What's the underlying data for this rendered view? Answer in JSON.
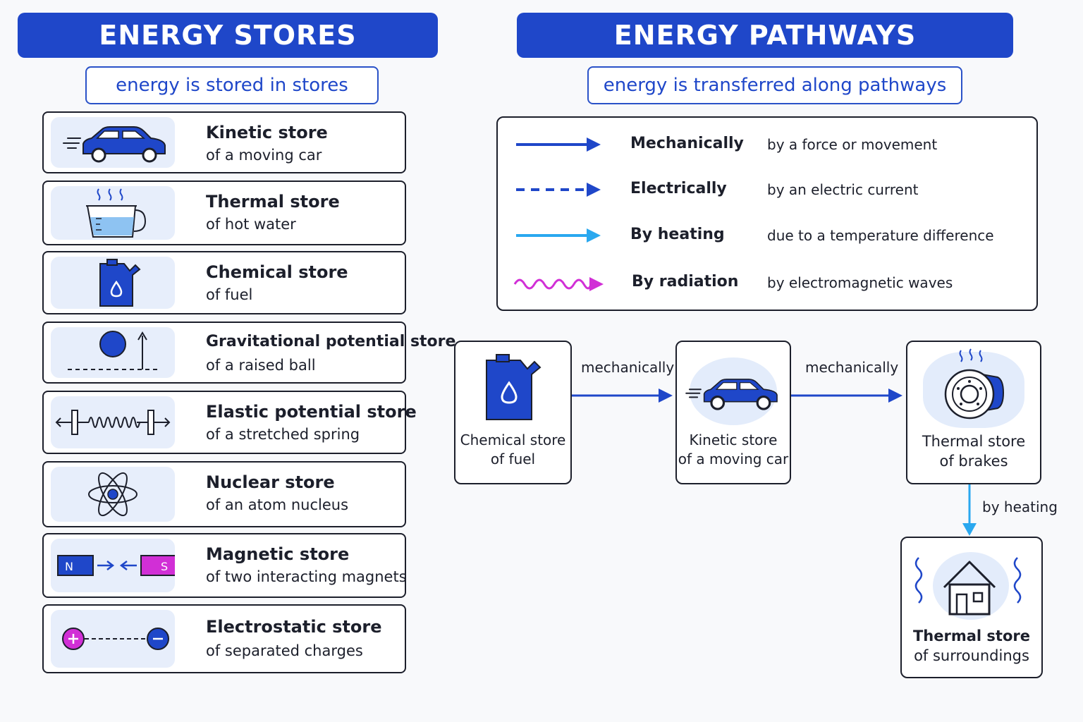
{
  "stores_panel": {
    "title": "ENERGY STORES",
    "subtitle": "energy is stored in stores",
    "items": [
      {
        "name": "Kinetic store",
        "desc": "of a moving car",
        "icon": "car-icon"
      },
      {
        "name": "Thermal store",
        "desc": "of hot water",
        "icon": "hot-water-jug-icon"
      },
      {
        "name": "Chemical store",
        "desc": "of fuel",
        "icon": "fuel-can-icon"
      },
      {
        "name": "Gravitational potential store",
        "desc": "of a raised ball",
        "icon": "raised-ball-icon"
      },
      {
        "name": "Elastic potential store",
        "desc": "of a stretched spring",
        "icon": "spring-icon"
      },
      {
        "name": "Nuclear store",
        "desc": "of an atom nucleus",
        "icon": "atom-icon"
      },
      {
        "name": "Magnetic store",
        "desc": "of two interacting magnets",
        "icon": "magnets-icon",
        "north_label": "N",
        "south_label": "S"
      },
      {
        "name": "Electrostatic store",
        "desc": "of separated charges",
        "icon": "charges-icon"
      }
    ]
  },
  "pathways_panel": {
    "title": "ENERGY PATHWAYS",
    "subtitle": "energy is transferred along pathways",
    "legend": [
      {
        "name": "Mechanically",
        "desc": "by a force or movement",
        "style": "solid",
        "color": "#1f47c9"
      },
      {
        "name": "Electrically",
        "desc": "by an electric current",
        "style": "dashed",
        "color": "#1f47c9"
      },
      {
        "name": "By heating",
        "desc": "due to a temperature difference",
        "style": "solid",
        "color": "#2aa8ef"
      },
      {
        "name": "By radiation",
        "desc": "by electromagnetic waves",
        "style": "wave",
        "color": "#d12fd6"
      }
    ]
  },
  "flow": {
    "nodes": [
      {
        "line1": "Chemical store",
        "line2": "of fuel",
        "icon": "fuel-can-icon"
      },
      {
        "line1": "Kinetic store",
        "line2": "of a moving car",
        "icon": "car-icon"
      },
      {
        "line1": "Thermal store",
        "line2": "of brakes",
        "icon": "brake-disc-icon"
      },
      {
        "line1": "Thermal store",
        "line2": "of surroundings",
        "icon": "house-icon"
      }
    ],
    "arrows": [
      {
        "label": "mechanically"
      },
      {
        "label": "mechanically"
      },
      {
        "label": "by heating"
      }
    ]
  },
  "colors": {
    "accent": "#1f47c9",
    "heating": "#2aa8ef",
    "radiation": "#d12fd6",
    "magenta": "#d12fd6",
    "icon_bg": "#e7eefb"
  }
}
